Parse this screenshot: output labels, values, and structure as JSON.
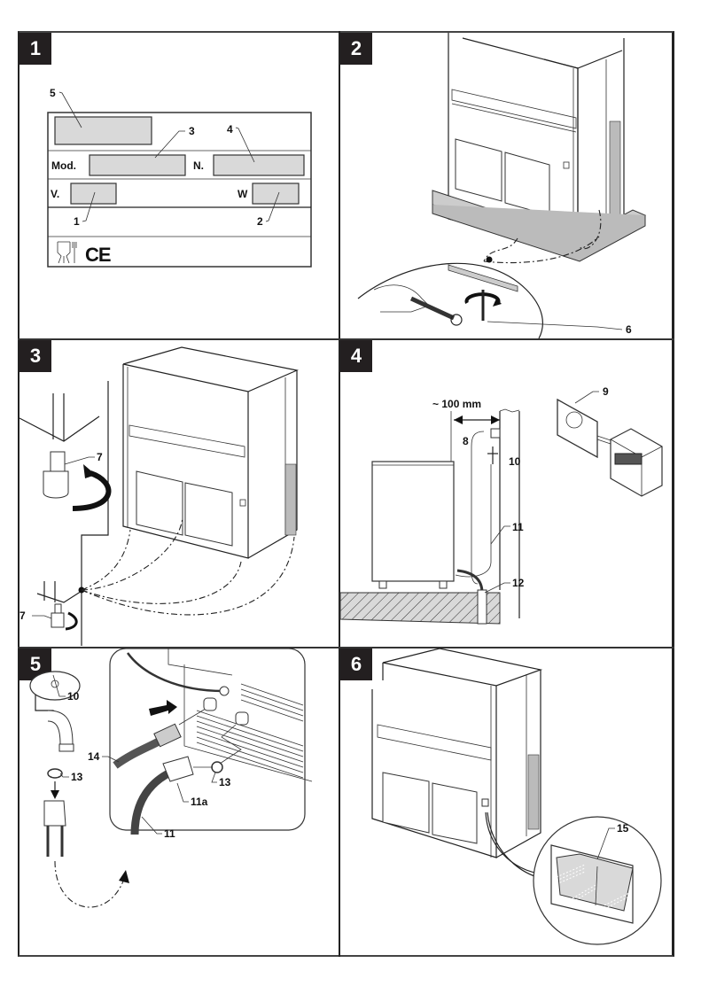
{
  "document": {
    "type": "installation instruction figure sheet",
    "colors": {
      "badge_bg": "#231f20",
      "badge_text": "#ffffff",
      "plate_field": "#d9d9d9",
      "line": "#222222"
    }
  },
  "panels": [
    {
      "number": "1",
      "subject": "rating plate",
      "plate": {
        "model_label": "Mod.",
        "serial_label": "N.",
        "voltage_label": "V.",
        "power_label": "W",
        "symbols": [
          "food-safe-icon",
          "ce-mark"
        ],
        "ce_text": "CE"
      },
      "callouts": [
        "5",
        "3",
        "4",
        "1",
        "2"
      ]
    },
    {
      "number": "2",
      "subject": "remove pallet screws",
      "callouts": [
        "6"
      ]
    },
    {
      "number": "3",
      "subject": "adjust levelling feet",
      "callouts": [
        "7",
        "7"
      ]
    },
    {
      "number": "4",
      "subject": "wall clearance and connections",
      "dimension": "~ 100 mm",
      "callouts": [
        "8",
        "10",
        "11",
        "12",
        "9"
      ]
    },
    {
      "number": "5",
      "subject": "water inlet hose connection",
      "callouts": [
        "10",
        "13",
        "14",
        "13",
        "11a",
        "11"
      ]
    },
    {
      "number": "6",
      "subject": "power switch",
      "callouts": [
        "15"
      ]
    }
  ]
}
